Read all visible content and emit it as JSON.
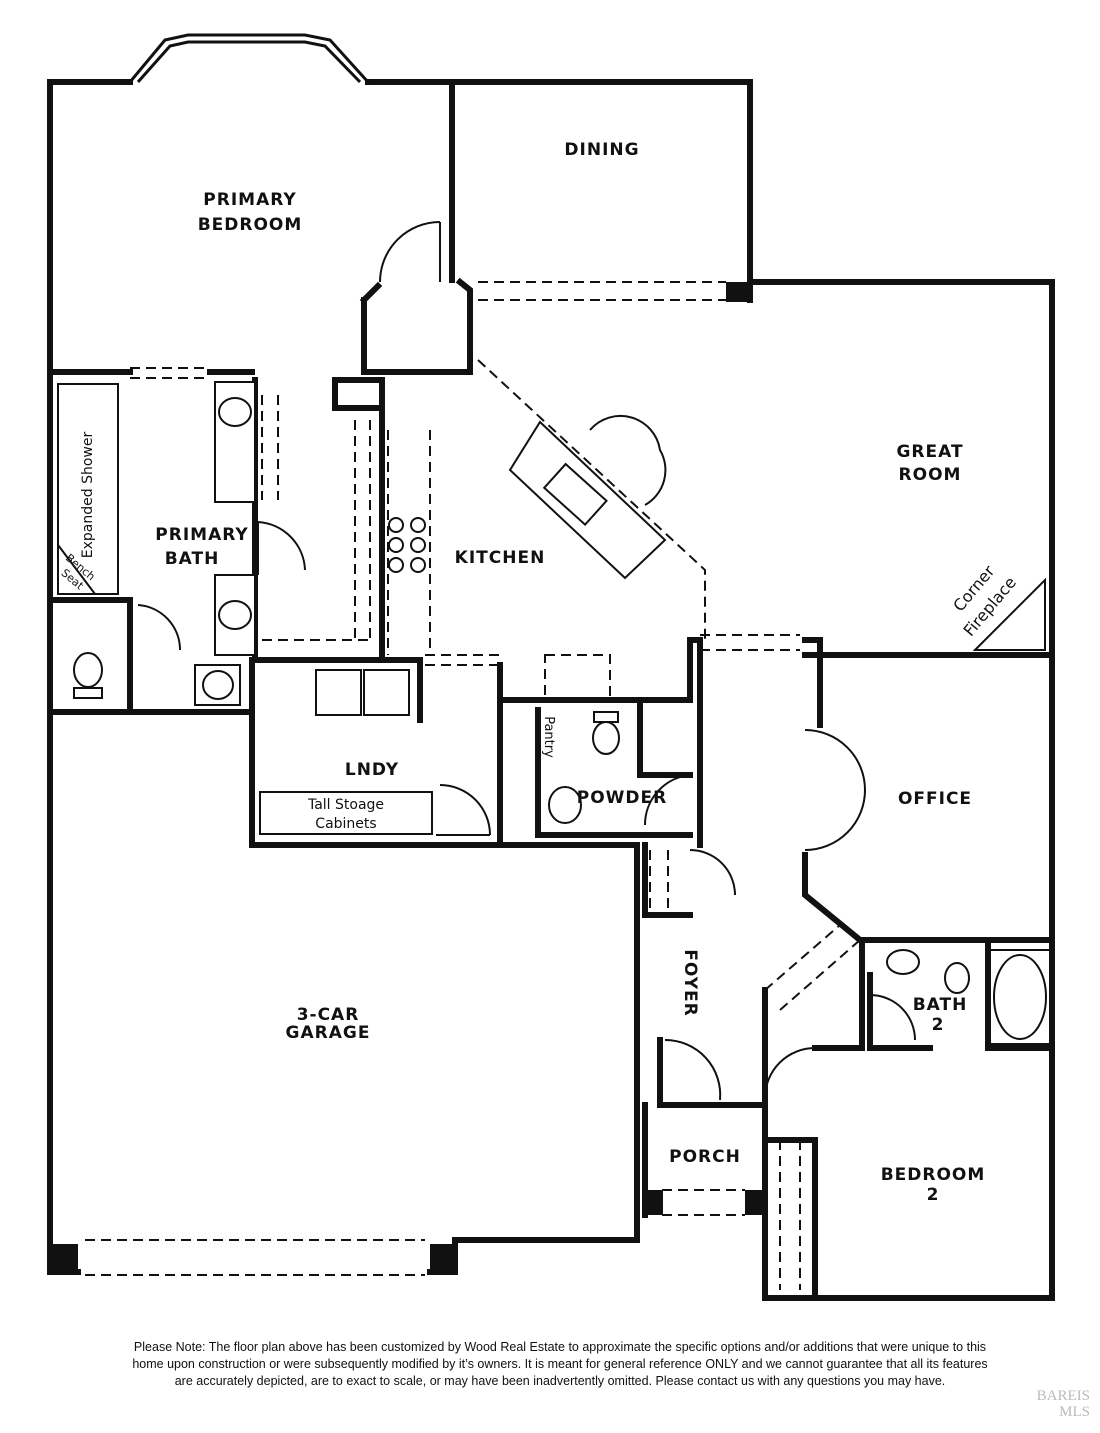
{
  "labels": {
    "primary_bedroom": [
      "PRIMARY",
      "BEDROOM"
    ],
    "dining": "DINING",
    "great_room": [
      "GREAT",
      "ROOM"
    ],
    "primary_bath": [
      "PRIMARY",
      "BATH"
    ],
    "expanded_shower": "Expanded Shower",
    "bench_seat": [
      "Bench",
      "Seat"
    ],
    "kitchen": "KITCHEN",
    "corner_fireplace": [
      "Corner",
      "Fireplace"
    ],
    "lndy": "LNDY",
    "tall_storage": [
      "Tall Stoage",
      "Cabinets"
    ],
    "pantry": "Pantry",
    "powder": "POWDER",
    "office": "OFFICE",
    "garage": [
      "3-CAR",
      "GARAGE"
    ],
    "foyer": "FOYER",
    "bath2": [
      "BATH",
      "2"
    ],
    "porch": "PORCH",
    "bedroom2": [
      "BEDROOM",
      "2"
    ]
  },
  "disclaimer": [
    "Please Note: The floor plan above has been customized by Wood Real Estate to approximate the specific options and/or additions that were unique to this",
    "home upon construction or were subsequently modified by it’s owners. It is meant for general reference ONLY and we cannot guarantee that all its features",
    "are accurately depicted, are to exact to scale, or may have been inadvertently omitted. Please contact us with any questions you may have."
  ],
  "watermark": [
    "BAREIS",
    "MLS"
  ]
}
